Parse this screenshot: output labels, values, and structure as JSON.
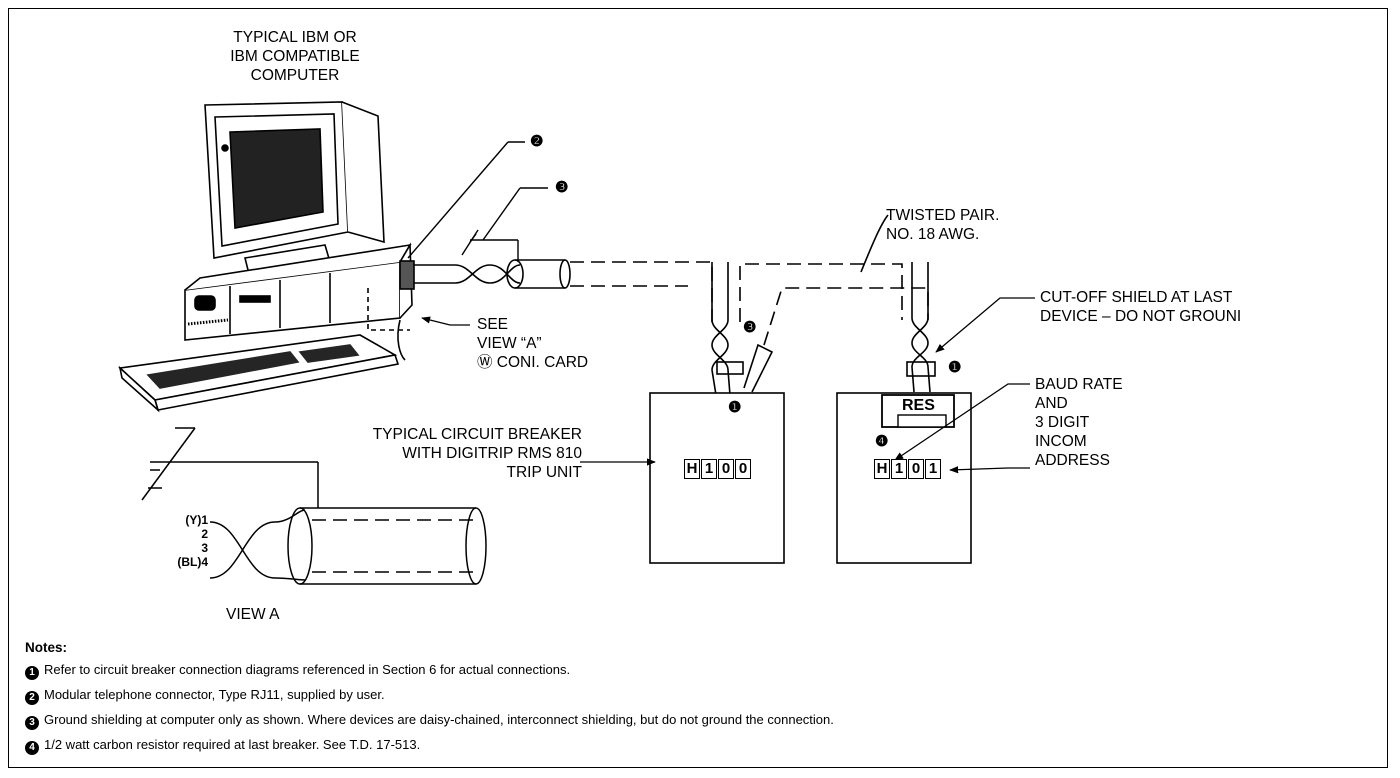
{
  "computer_label": [
    "TYPICAL IBM OR",
    "IBM COMPATIBLE",
    "COMPUTER"
  ],
  "callout_2": "❷",
  "callout_3": "❸",
  "twisted_pair": [
    "TWISTED PAIR.",
    "NO. 18 AWG."
  ],
  "cutoff_shield": [
    "CUT-OFF SHIELD AT LAST",
    "DEVICE – DO NOT GROUNI"
  ],
  "see_view": [
    "SEE",
    "VIEW “A”",
    "Ⓦ CONI. CARD"
  ],
  "breaker_label": [
    "TYPICAL CIRCUIT BREAKER",
    "WITH DIGITRIP RMS 810",
    "TRIP UNIT"
  ],
  "baud_label": [
    "BAUD RATE",
    "AND",
    "3 DIGIT",
    "INCOM",
    "ADDRESS"
  ],
  "res_label": "RES",
  "breaker1_digits": [
    "H",
    "1",
    "0",
    "0"
  ],
  "breaker2_digits": [
    "H",
    "1",
    "0",
    "1"
  ],
  "bullet_1": "❶",
  "bullet_3": "❸",
  "bullet_4": "❹",
  "view_a": {
    "wires": [
      "(Y)1",
      "2",
      "3",
      "(BL)4"
    ],
    "caption": "VIEW A"
  },
  "notes": {
    "title": "Notes:",
    "items": [
      {
        "num": "1",
        "text": "Refer to circuit breaker connection diagrams referenced in Section 6 for actual connections."
      },
      {
        "num": "2",
        "text": "Modular telephone connector, Type RJ11, supplied by user."
      },
      {
        "num": "3",
        "text": "Ground shielding at computer only as shown. Where devices are daisy-chained, interconnect shielding, but do not ground the connection."
      },
      {
        "num": "4",
        "text": "1/2 watt carbon resistor required at last breaker. See T.D. 17-513."
      }
    ]
  }
}
